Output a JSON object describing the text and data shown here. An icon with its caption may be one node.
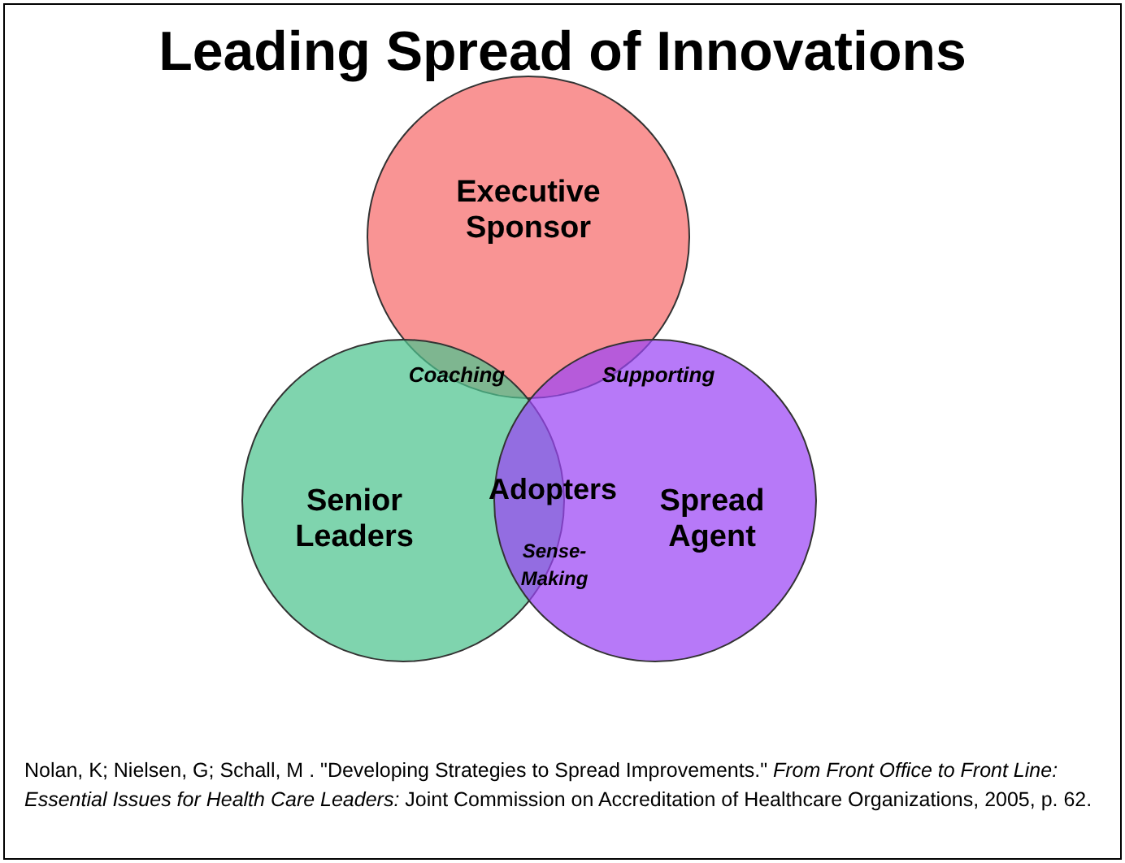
{
  "diagram": {
    "title": "Leading Spread of Innovations",
    "caption": "Nolan, K; Nielsen, G; Schall, M . \"Developing Strategies to Spread Improvements.\" *From Front Office to Front Line: Essential Issues for Health Care Leaders:* Joint Commission on Accreditation of Healthcare Organizations, 2005, p. 62.",
    "nodes": [
      {
        "text": [
          "Executive Sponsor"
        ]
      },
      {
        "text": [
          "Senior Leaders"
        ]
      },
      {
        "text": [
          "Spread Agent"
        ]
      }
    ],
    "edges": [],
    "labels": [
      "Coaching",
      "Supporting",
      "Adopters",
      "Sense-Making"
    ]
  }
}
